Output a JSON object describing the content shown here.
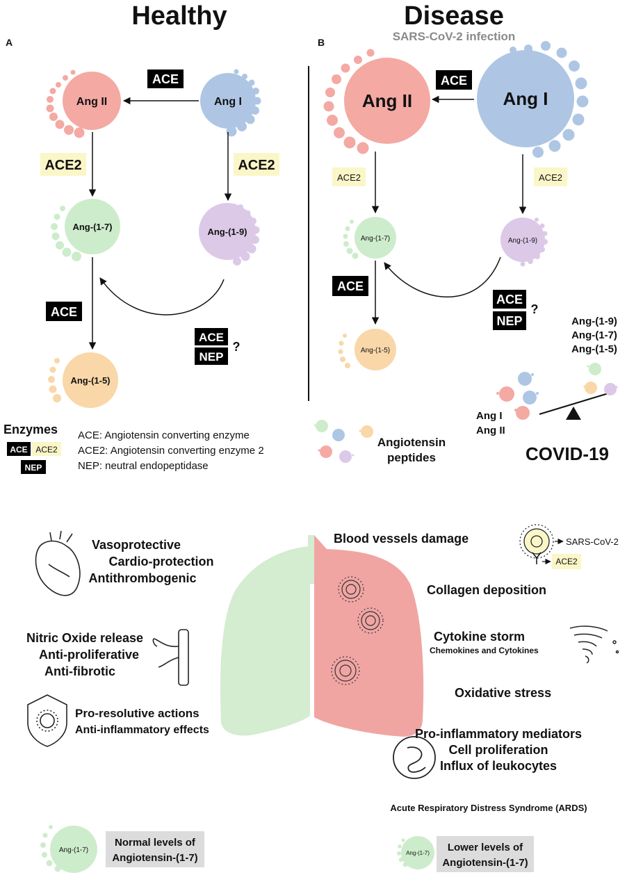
{
  "panels": {
    "healthy": {
      "title": "Healthy",
      "letter": "A"
    },
    "disease": {
      "title": "Disease",
      "letter": "B",
      "subtitle": "SARS-CoV-2 infection"
    }
  },
  "nodes": {
    "ang1": "Ang I",
    "ang2": "Ang II",
    "ang17": "Ang-(1-7)",
    "ang19": "Ang-(1-9)",
    "ang15": "Ang-(1-5)"
  },
  "enzymes": {
    "ace": "ACE",
    "ace2": "ACE2",
    "nep": "NEP",
    "question": "?"
  },
  "legend": {
    "heading": "Enzymes",
    "ace_def": "ACE: Angiotensin converting enzyme",
    "ace2_def": "ACE2: Angiotensin converting enzyme 2",
    "nep_def": "NEP: neutral endopeptidase"
  },
  "peptides_label": [
    "Angiotensin",
    "peptides"
  ],
  "balance": {
    "right": [
      "Ang-(1-9)",
      "Ang-(1-7)",
      "Ang-(1-5)"
    ],
    "left": [
      "Ang I",
      "Ang II"
    ],
    "disease": "COVID-19"
  },
  "healthy_effects": {
    "group1": [
      "Vasoprotective",
      "Cardio-protection",
      "Antithrombogenic"
    ],
    "group2": [
      "Nitric Oxide release",
      "Anti-proliferative",
      "Anti-fibrotic"
    ],
    "group3": [
      "Pro-resolutive actions",
      "Anti-inflammatory effects"
    ]
  },
  "disease_effects": {
    "blood": "Blood vessels damage",
    "collagen": "Collagen deposition",
    "cytokine": "Cytokine storm",
    "cytokine_sub": "Chemokines and Cytokines",
    "oxidative": "Oxidative stress",
    "inflam": [
      "Pro-inflammatory mediators",
      "Cell proliferation",
      "Influx of leukocytes"
    ],
    "ards": "Acute Respiratory Distress Syndrome (ARDS)"
  },
  "virus_legend": {
    "virus": "SARS-CoV-2",
    "receptor": "ACE2"
  },
  "levels": {
    "normal": [
      "Normal levels of",
      "Angiotensin-(1-7)"
    ],
    "lower": [
      "Lower levels of",
      "Angiotensin-(1-7)"
    ]
  },
  "colors": {
    "ang2": "#f4a9a3",
    "ang1": "#aec6e4",
    "ang17": "#cdeccb",
    "ang19": "#dcc9e8",
    "ang15": "#f9d7a8",
    "ace2_bg": "#fbf6c8",
    "box_gray": "#dcdcdc",
    "lung_green": "#d4ecd0",
    "lung_red": "#f0a5a3"
  }
}
